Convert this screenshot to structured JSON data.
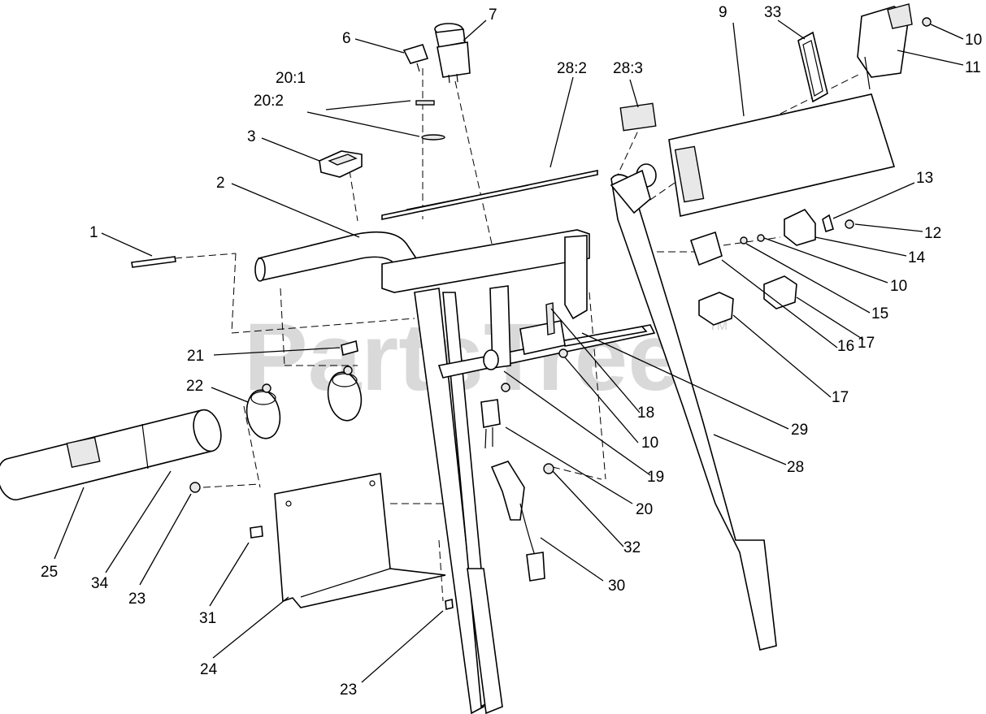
{
  "watermark": {
    "text": "PartsTree",
    "trademark": "TM"
  },
  "callouts": {
    "c1": "1",
    "c2": "2",
    "c3": "3",
    "c6": "6",
    "c7": "7",
    "c9": "9",
    "c10a": "10",
    "c10b": "10",
    "c10c": "10",
    "c11": "11",
    "c12": "12",
    "c13": "13",
    "c14": "14",
    "c15": "15",
    "c16": "16",
    "c17a": "17",
    "c17b": "17",
    "c18": "18",
    "c19": "19",
    "c20": "20",
    "c20_1": "20:1",
    "c20_2": "20:2",
    "c21": "21",
    "c22": "22",
    "c23a": "23",
    "c23b": "23",
    "c24": "24",
    "c25": "25",
    "c28": "28",
    "c28_2": "28:2",
    "c28_3": "28:3",
    "c29": "29",
    "c30": "30",
    "c31": "31",
    "c32": "32",
    "c33": "33",
    "c34": "34"
  }
}
